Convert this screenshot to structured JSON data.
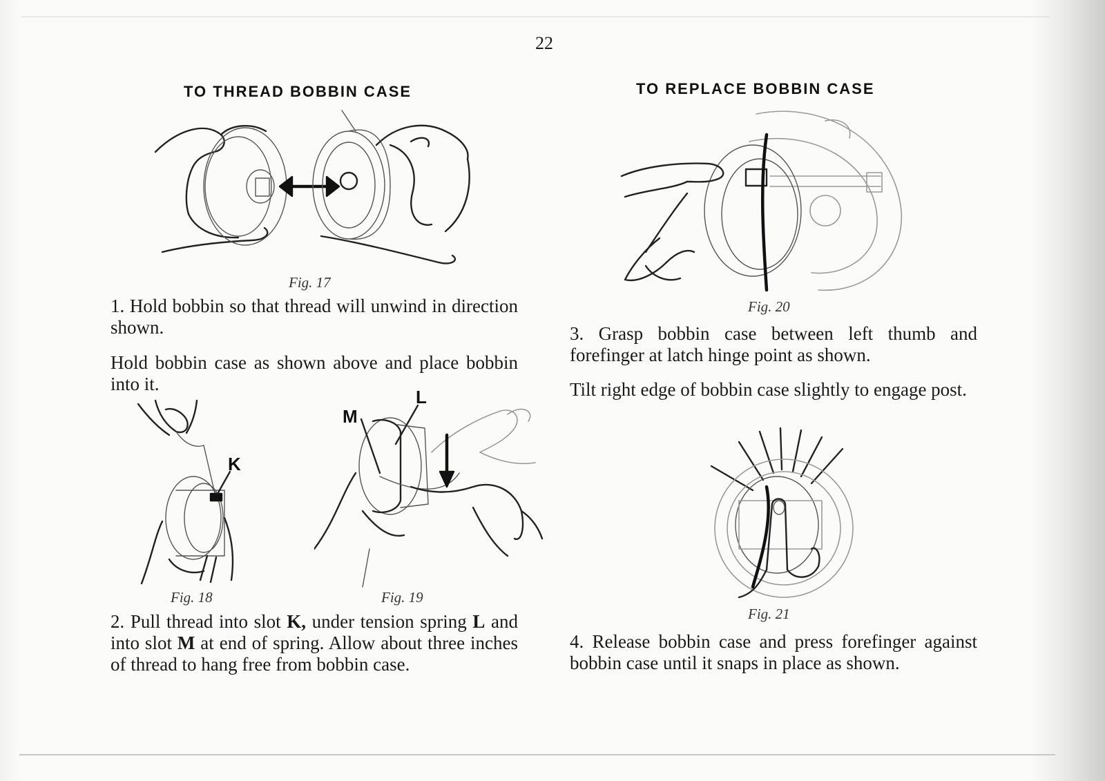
{
  "page_number": "22",
  "left_column": {
    "heading": "TO THREAD BOBBIN CASE",
    "fig17_caption": "Fig. 17",
    "step1": "1. Hold bobbin so that thread will unwind in direction shown.",
    "para_hold": "Hold bobbin case as shown above and place bobbin into it.",
    "fig18_caption": "Fig. 18",
    "fig19_caption": "Fig. 19",
    "labels": {
      "k": "K",
      "l": "L",
      "m": "M"
    },
    "step2": {
      "t1": "2. Pull thread into slot ",
      "k": "K,",
      "t2": " under tension spring ",
      "l": "L",
      "t3": " and into slot ",
      "m": "M",
      "t4": " at end of spring. Allow about three inches of thread to hang free from bobbin case."
    }
  },
  "right_column": {
    "heading": "TO REPLACE BOBBIN CASE",
    "fig20_caption": "Fig. 20",
    "step3": "3. Grasp bobbin case between left thumb and forefinger at latch hinge point as shown.",
    "para_tilt": "Tilt right edge of bobbin case slightly to engage post.",
    "fig21_caption": "Fig. 21",
    "step4": "4. Release bobbin case and press forefinger against bobbin case until it snaps in place as shown."
  }
}
